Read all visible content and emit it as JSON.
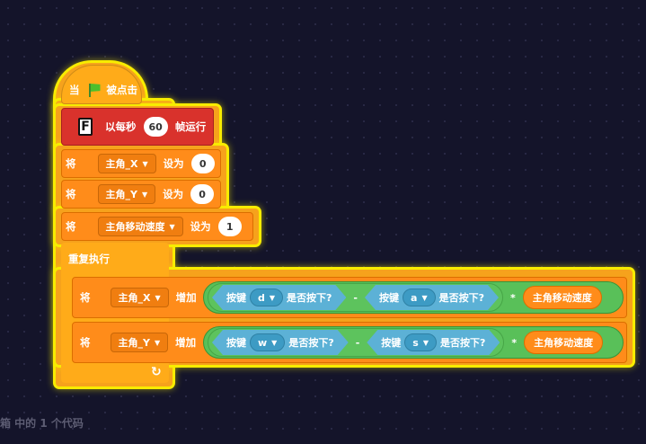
{
  "hat": {
    "when": "当",
    "clicked": "被点击",
    "flag_icon": "green-flag-icon"
  },
  "fps_block": {
    "icon": "fps-icon",
    "icon_glyph": "F",
    "prefix": "以每秒",
    "value": "60",
    "suffix": "帧运行"
  },
  "set_blocks": [
    {
      "verb": "将",
      "var": "主角_X",
      "to": "设为",
      "value": "0"
    },
    {
      "verb": "将",
      "var": "主角_Y",
      "to": "设为",
      "value": "0"
    },
    {
      "verb": "将",
      "var": "主角移动速度",
      "to": "设为",
      "value": "1"
    }
  ],
  "forever": {
    "label": "重复执行",
    "loop_icon": "loop-arrow-icon"
  },
  "change_blocks": [
    {
      "verb": "将",
      "var": "主角_X",
      "by": "增加",
      "key1_label": "按键",
      "key1": "d",
      "key1_suffix": "是否按下?",
      "minus": "-",
      "key2_label": "按键",
      "key2": "a",
      "key2_suffix": "是否按下?",
      "times": "*",
      "speed_var": "主角移动速度"
    },
    {
      "verb": "将",
      "var": "主角_Y",
      "by": "增加",
      "key1_label": "按键",
      "key1": "w",
      "key1_suffix": "是否按下?",
      "minus": "-",
      "key2_label": "按键",
      "key2": "s",
      "key2_suffix": "是否按下?",
      "times": "*",
      "speed_var": "主角移动速度"
    }
  ],
  "footer": {
    "text": "箱 中的 1 个代码"
  },
  "colors": {
    "motion_orange": "#ff8c1a",
    "control_yellow": "#ffab19",
    "operator_green": "#59c059",
    "sensing_blue": "#5cb1d6",
    "highlight": "#f8ec00",
    "background": "#14142a"
  }
}
